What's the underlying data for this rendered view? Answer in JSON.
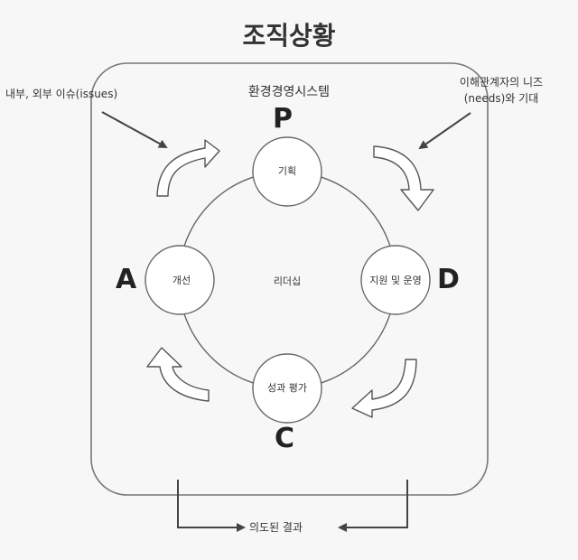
{
  "title": "조직상황",
  "system_label": "환경경영시스템",
  "left_note": "내부, 외부 이슈(issues)",
  "right_note_line1": "이해관계자의 니즈",
  "right_note_line2": "(needs)와 기대",
  "letters": {
    "plan": "P",
    "do": "D",
    "check": "C",
    "act": "A"
  },
  "circles": {
    "plan": "기획",
    "do": "지원 및 운영",
    "check": "성과 평가",
    "act": "개선"
  },
  "center_label": "리더십",
  "outcome_label": "의도된 결과",
  "colors": {
    "background": "#f7f7f7",
    "box_stroke": "#777777",
    "circle_fill": "#ffffff",
    "arrow_fill": "#ffffff",
    "arrow_stroke": "#555555",
    "line_dark": "#444444"
  }
}
